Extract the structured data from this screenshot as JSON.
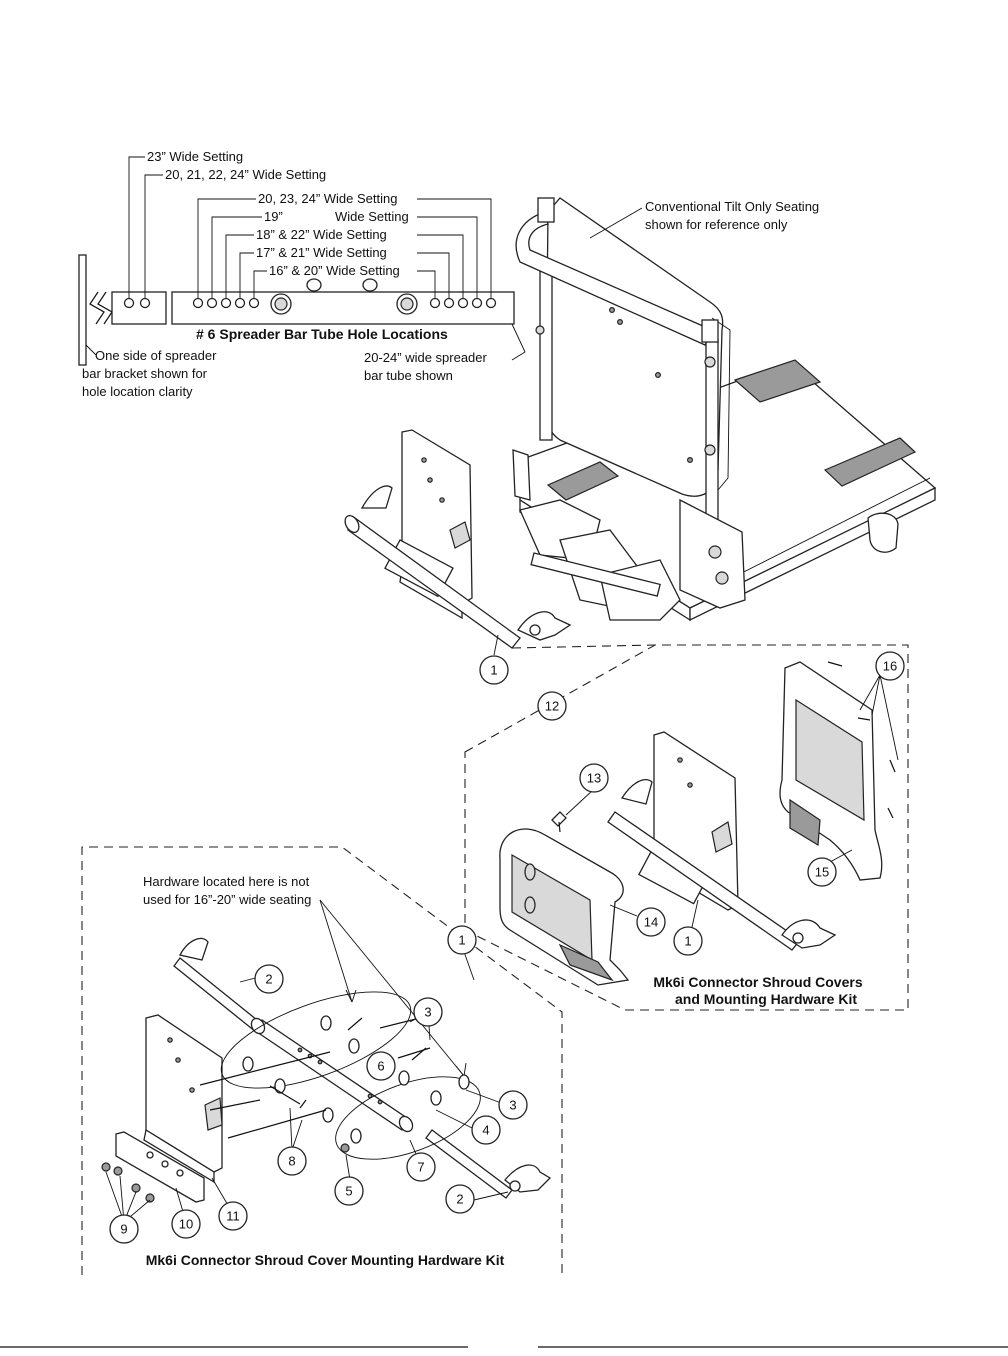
{
  "hole_settings": {
    "s23": "23” Wide Setting",
    "s20_24": "20, 21, 22, 24” Wide Setting",
    "s20_23_24": "20, 23, 24” Wide Setting",
    "s19_a": "19”",
    "s19_b": "Wide Setting",
    "s18_22": "18” & 22” Wide Setting",
    "s17_21": "17” & 21” Wide Setting",
    "s16_20": "16” & 20” Wide Setting"
  },
  "spreader_title": "# 6 Spreader Bar Tube Hole Locations",
  "bracket_note": [
    "One side of spreader",
    "bar bracket shown for",
    "hole location clarity"
  ],
  "tube_note": [
    "20-24” wide spreader",
    "bar tube shown"
  ],
  "seating_note": [
    "Conventional Tilt Only Seating",
    "shown for reference only"
  ],
  "hardware_note": [
    "Hardware located here is not",
    "used for 16”-20” wide seating"
  ],
  "kit_top_title": [
    "Mk6i Connector Shroud Covers",
    "and Mounting Hardware Kit"
  ],
  "kit_bottom_title": "Mk6i Connector Shroud Cover Mounting Hardware Kit",
  "callouts": {
    "c1a": "1",
    "c1b": "1",
    "c1c": "1",
    "c2a": "2",
    "c2b": "2",
    "c3a": "3",
    "c3b": "3",
    "c4": "4",
    "c5": "5",
    "c6": "6",
    "c7": "7",
    "c8": "8",
    "c9": "9",
    "c10": "10",
    "c11": "11",
    "c12": "12",
    "c13": "13",
    "c14": "14",
    "c15": "15",
    "c16": "16"
  }
}
